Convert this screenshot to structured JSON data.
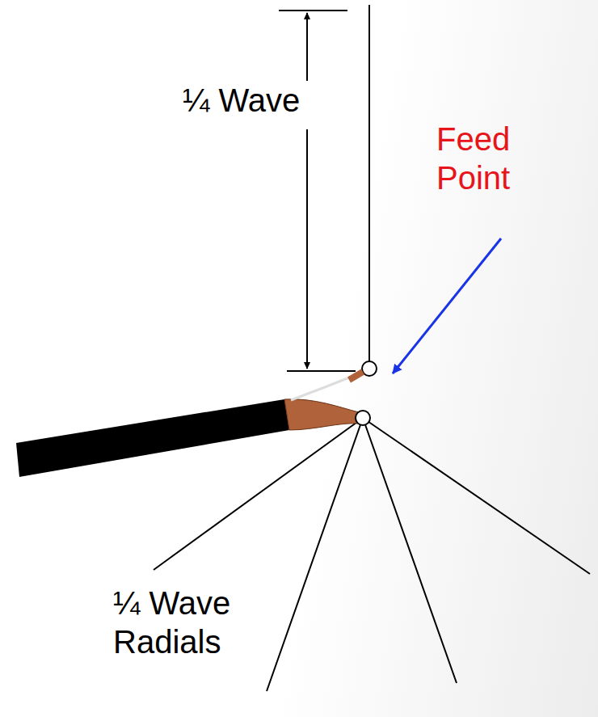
{
  "diagram": {
    "labels": [
      "¼ Wave",
      "Feed Point",
      "¼ Wave Radials"
    ]
  }
}
